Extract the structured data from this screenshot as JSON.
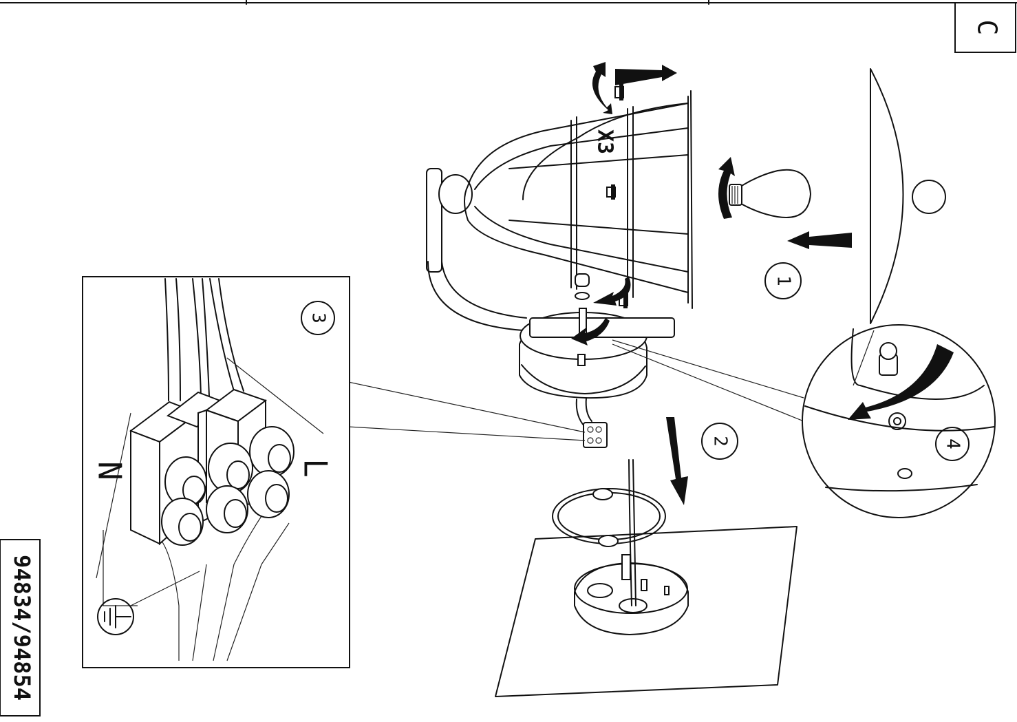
{
  "page": {
    "section_letter": "C",
    "model_number": "94834/94854"
  },
  "labels": {
    "quantity": "X3",
    "neutral": "N",
    "live": "L"
  },
  "steps": [
    "1",
    "2",
    "3",
    "4"
  ],
  "icons": {
    "earth": "earth-ground-icon"
  }
}
